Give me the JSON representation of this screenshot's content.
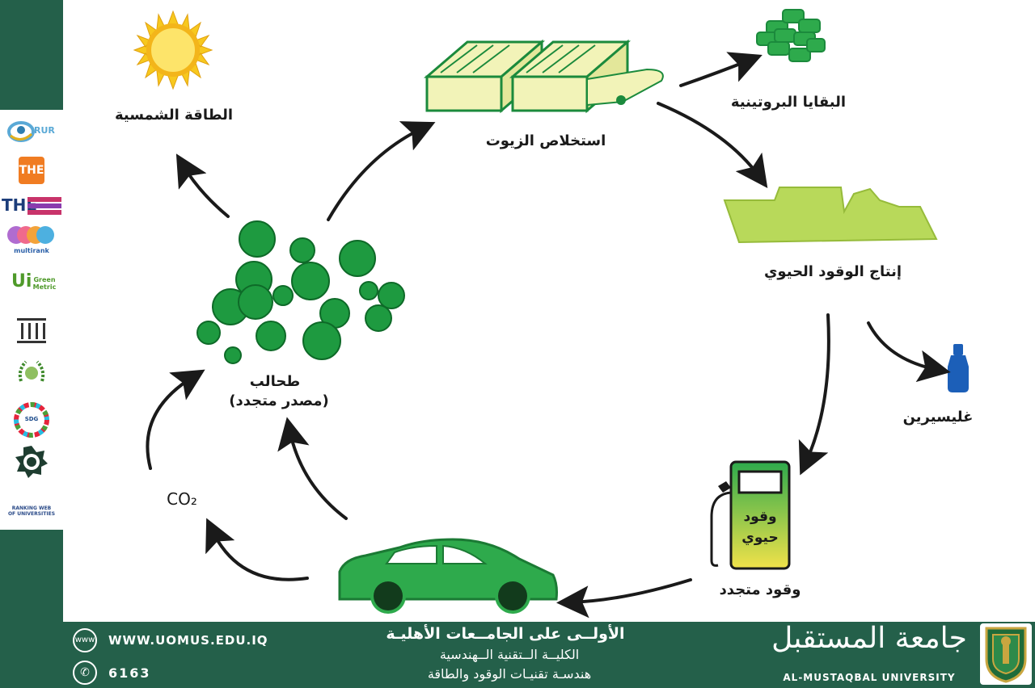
{
  "diagram": {
    "nodes": {
      "solar_energy": "الطاقة الشمسية",
      "oil_extraction": "استخلاص الزيوت",
      "protein_residues": "البقايا البروتينية",
      "biofuel_production": "إنتاج الوقود الحيوي",
      "glycerin": "غليسيرين",
      "algae_line1": "طحالب",
      "algae_line2": "(مصدر متجدد)",
      "co2": "CO₂",
      "renewable_fuel": "وقود متجدد",
      "pump_line1": "وقود",
      "pump_line2": "حيوي"
    },
    "colors": {
      "dark_green": "#1b8a3c",
      "mid_green": "#2eaa4c",
      "lime": "#b8d95a",
      "cream": "#f2f3b8",
      "sun": "#f7c81e",
      "blue": "#1c5fb8",
      "brand": "#24604a"
    }
  },
  "sidebar": {
    "logos": [
      "RUR",
      "THE",
      "THE",
      "multirank",
      "Green Metric",
      "SDG"
    ],
    "logo_icons": [
      "rur-logo-icon",
      "the-logo-icon",
      "the-impact-logo-icon",
      "multirank-logo-icon",
      "greenmetric-logo-icon",
      "columns-logo-icon",
      "wreath-logo-icon",
      "sdg-wheel-icon",
      "engineers-union-icon",
      "webometrics-logo-icon"
    ]
  },
  "footer": {
    "website": "WWW.UOMUS.EDU.IQ",
    "phone": "6163",
    "slogan": "الأولــى على الجامــعات الأهليـة",
    "college": "الكليــة الــتقنية الــهندسية",
    "department": "هندسـة تقنيـات الوقود والطاقة",
    "university_ar": "جامعة المستقبل",
    "university_en": "AL-MUSTAQBAL UNIVERSITY",
    "www_icon_label": "www"
  }
}
